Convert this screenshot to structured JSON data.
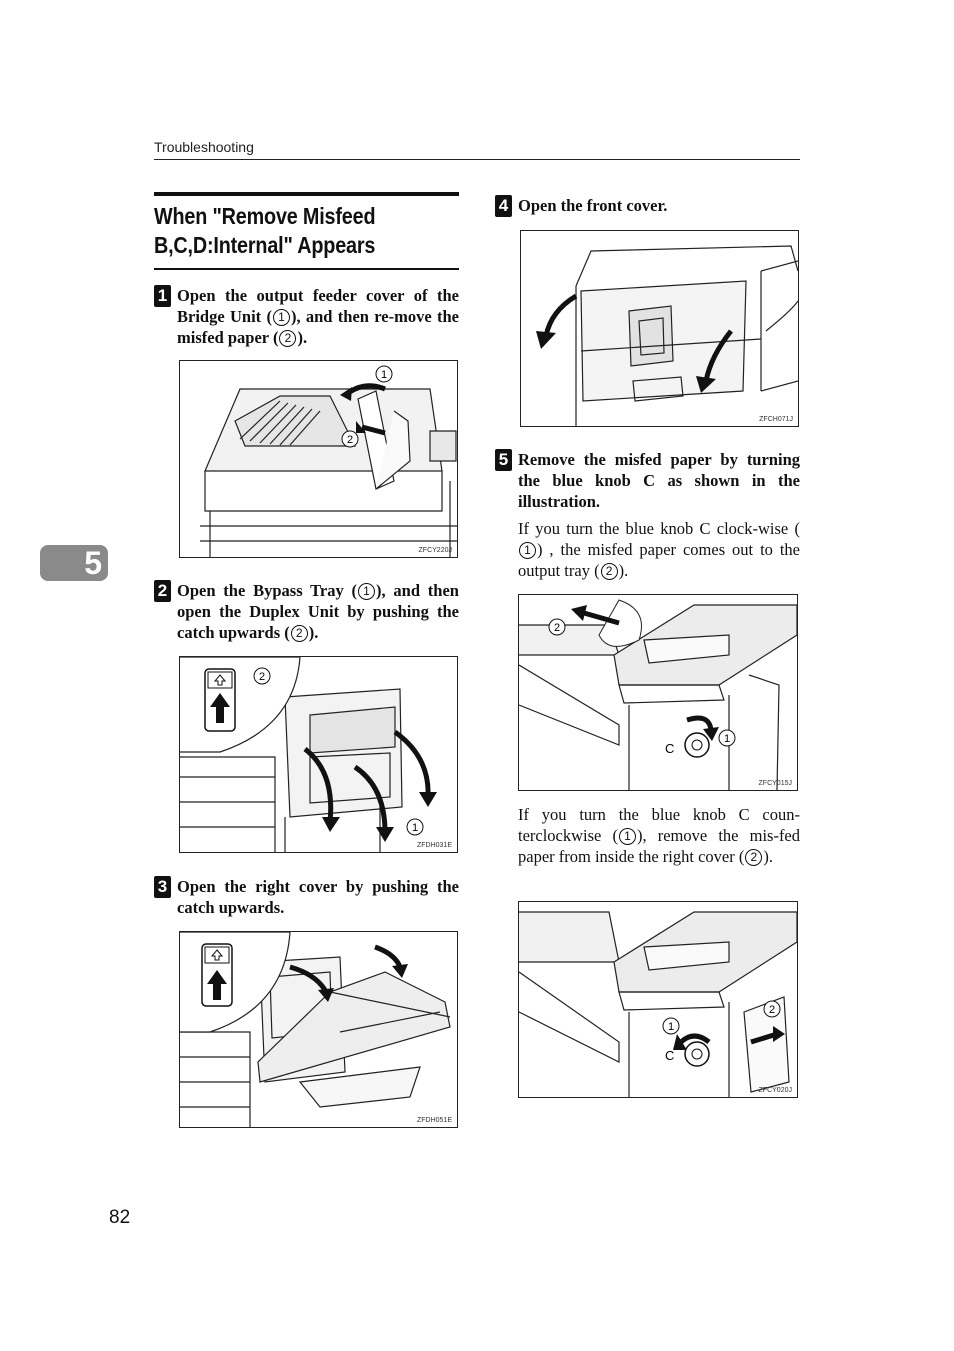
{
  "header": {
    "running_title": "Troubleshooting"
  },
  "chapter_tab": {
    "number": "5"
  },
  "section": {
    "title_line1": "When \"Remove Misfeed",
    "title_line2": "B,C,D:Internal\" Appears"
  },
  "steps": [
    {
      "number": "1",
      "t1": "Open the output feeder cover of the Bridge Unit (",
      "c1": "1",
      "t2": "), and then re-move the misfed paper (",
      "c2": "2",
      "t3": ")."
    },
    {
      "number": "2",
      "t1": "Open the Bypass Tray (",
      "c1": "1",
      "t2": "), and then open the Duplex Unit by pushing the catch upwards (",
      "c2": "2",
      "t3": ")."
    },
    {
      "number": "3",
      "text": "Open the right cover by pushing the catch upwards."
    },
    {
      "number": "4",
      "text": "Open the front cover."
    },
    {
      "number": "5",
      "text": "Remove the misfed paper by turning the blue knob C as shown in the illustration."
    }
  ],
  "paragraphs": [
    {
      "t1": "If you turn the blue knob C clock-wise (",
      "c1": "1",
      "t2": ") , the misfed paper comes out to the output tray (",
      "c2": "2",
      "t3": ")."
    },
    {
      "t1": "If you turn the blue knob C coun-terclockwise (",
      "c1": "1",
      "t2": "), remove the mis-fed paper from inside the right cover (",
      "c2": "2",
      "t3": ")."
    }
  ],
  "figures": {
    "fig1": {
      "code": "ZFCY220J",
      "c1": "1",
      "c2": "2"
    },
    "fig2": {
      "code": "ZFDH031E",
      "c1": "1",
      "c2": "2"
    },
    "fig3": {
      "code": "ZFDH051E"
    },
    "fig4": {
      "code": "ZFCH071J"
    },
    "fig5": {
      "code": "ZFCY015J",
      "c1": "1",
      "c2": "2",
      "knob": "C"
    },
    "fig6": {
      "code": "ZFCY020J",
      "c1": "1",
      "c2": "2",
      "knob": "C"
    }
  },
  "footer": {
    "page_number": "82"
  }
}
